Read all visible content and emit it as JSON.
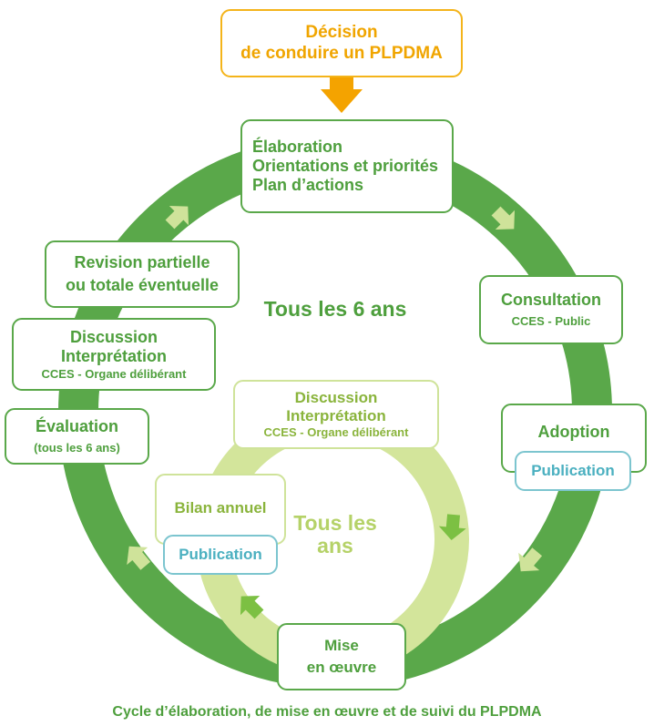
{
  "colors": {
    "outer_ring": "#5aa84a",
    "inner_ring": "#cfe39a",
    "outer_arrow": "#cfe39a",
    "inner_arrow": "#7cc043",
    "decision_border": "#f4b41a",
    "decision_arrow": "#f4a300",
    "publication_border": "#7cc5cf",
    "text_green": "#4e9f3d",
    "text_orange": "#f0a500",
    "text_teal": "#4bb0c0",
    "text_light": "#8ab43c"
  },
  "decision": {
    "line1": "Décision",
    "line2": "de conduire un PLPDMA"
  },
  "elaboration": {
    "line1": "Élaboration",
    "line2": "Orientations et priorités",
    "line3": "Plan d’actions"
  },
  "consultation": {
    "title": "Consultation",
    "subtitle": "CCES - Public"
  },
  "adoption": {
    "title": "Adoption",
    "publication": "Publication"
  },
  "mise_en_oeuvre": {
    "line1": "Mise",
    "line2": "en œuvre"
  },
  "evaluation": {
    "title": "Évaluation",
    "subtitle": "(tous les 6 ans)"
  },
  "discussion_outer": {
    "line1": "Discussion",
    "line2": "Interprétation",
    "line3": "CCES - Organe délibérant"
  },
  "revision": {
    "line1": "Revision partielle",
    "line2": "ou totale éventuelle"
  },
  "outer_cycle_label": "Tous les 6 ans",
  "discussion_inner": {
    "line1": "Discussion",
    "line2": "Interprétation",
    "line3": "CCES - Organe délibérant"
  },
  "bilan": {
    "title": "Bilan annuel",
    "publication": "Publication"
  },
  "inner_cycle_label": {
    "line1": "Tous les",
    "line2": "ans"
  },
  "caption": "Cycle d’élaboration, de mise en œuvre et de suivi du PLPDMA"
}
